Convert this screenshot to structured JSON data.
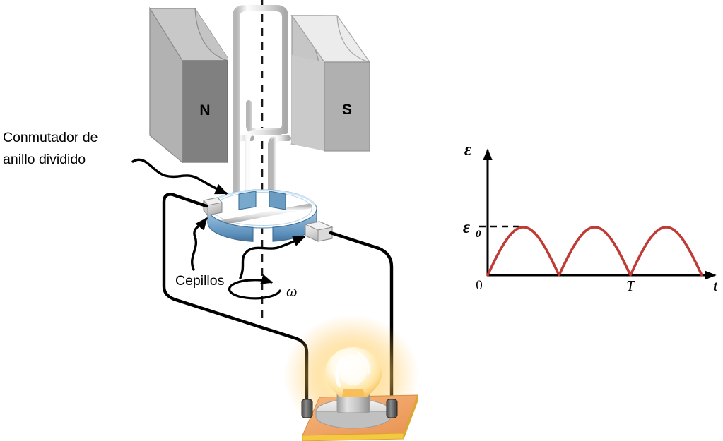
{
  "figure": {
    "kind": "physics-diagram",
    "subject": "dc-generator-with-split-ring-commutator"
  },
  "apparatus": {
    "magnet_north_label": "N",
    "magnet_south_label": "S",
    "callouts": [
      {
        "id": "commutator",
        "line1": "Conmutador de",
        "line2": "anillo dividido"
      },
      {
        "id": "brushes",
        "text": "Cepillos"
      }
    ],
    "rotation_label": "ω",
    "colors": {
      "magnet_north_face": "#808080",
      "magnet_north_side": "#a8a8a8",
      "magnet_north_top": "#c8c8c8",
      "magnet_south_face": "#b0b0b0",
      "magnet_south_side": "#d4d4d4",
      "magnet_south_top": "#ececec",
      "commutator_ring": "#6b9dc6",
      "commutator_ring_light": "#bcd8ec",
      "brush_block": "#e0e0e0",
      "wire_loop": "#e8e8e8",
      "lead_wire": "#000000",
      "board": "#f0a868",
      "board_edge": "#f5c842",
      "bulb_glow": "#ffc04d",
      "bulb_base": "#c8c8c8",
      "axis_dash": "#1a1a1a"
    }
  },
  "chart_data": {
    "type": "line",
    "title": "",
    "xlabel": "t",
    "ylabel": "ε",
    "ylabel_peak": "ε",
    "ylabel_peak_sub": "0",
    "origin_label": "0",
    "period_label": "T",
    "grid": false,
    "legend": null,
    "xlim": [
      0,
      3
    ],
    "ylim": [
      0,
      2.05
    ],
    "description": "Full-wave rectified sinusoidal emf: three consecutive positive half-sine humps produced by a split-ring commutator.",
    "curve_formula": "emf = eps0 * |sin(pi * t)|",
    "peak_value": 1.0,
    "peak_label_value": "ε₀",
    "period_value": 2,
    "zeros": [
      0,
      1,
      2,
      3
    ],
    "peaks_x": [
      0.5,
      1.5,
      2.5
    ],
    "x": [
      0,
      0.1,
      0.2,
      0.3,
      0.4,
      0.5,
      0.6,
      0.7,
      0.8,
      0.9,
      1.0,
      1.1,
      1.2,
      1.3,
      1.4,
      1.5,
      1.6,
      1.7,
      1.8,
      1.9,
      2.0,
      2.1,
      2.2,
      2.3,
      2.4,
      2.5,
      2.6,
      2.7,
      2.8,
      2.9,
      3.0
    ],
    "y": [
      0,
      0.309,
      0.588,
      0.809,
      0.951,
      1.0,
      0.951,
      0.809,
      0.588,
      0.309,
      0,
      0.309,
      0.588,
      0.809,
      0.951,
      1.0,
      0.951,
      0.809,
      0.588,
      0.309,
      0,
      0.309,
      0.588,
      0.809,
      0.951,
      1.0,
      0.951,
      0.809,
      0.588,
      0.309,
      0
    ],
    "curve_color": "#bf3b36",
    "axis_color": "#000000",
    "dashed_guide": {
      "from_y": "ε₀",
      "to_first_peak": true
    }
  }
}
